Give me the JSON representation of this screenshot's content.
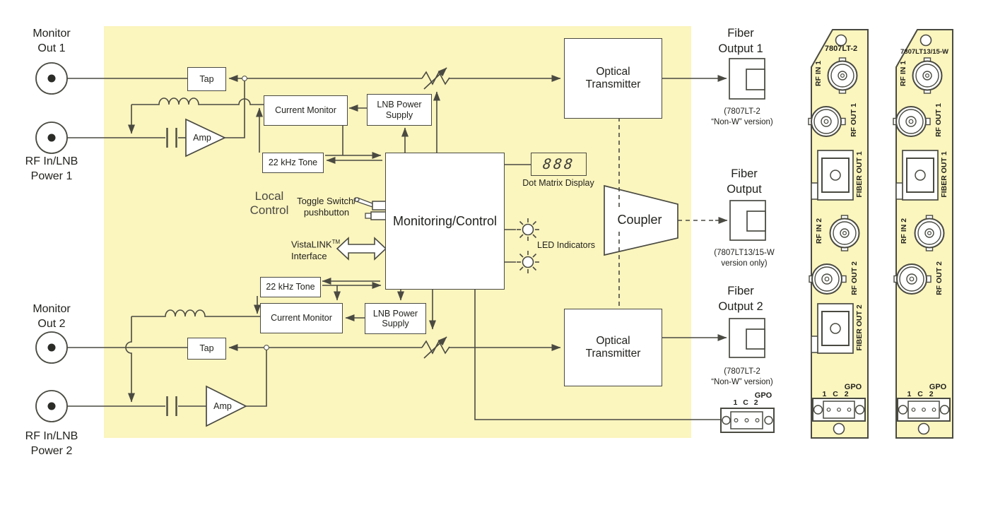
{
  "colors": {
    "panel_yellow": "#FBF5BE",
    "line": "#4a4a42",
    "box_fill": "#ffffff",
    "text": "#22221e"
  },
  "left_ports": [
    {
      "line1": "Monitor",
      "line2": "Out 1"
    },
    {
      "line1": "RF In/LNB",
      "line2": "Power 1"
    },
    {
      "line1": "Monitor",
      "line2": "Out 2"
    },
    {
      "line1": "RF In/LNB",
      "line2": "Power 2"
    }
  ],
  "channels": [
    {
      "tap": "Tap",
      "amp": "Amp",
      "current_monitor": "Current Monitor",
      "lnb_line1": "LNB Power",
      "lnb_line2": "Supply",
      "tone": "22 kHz Tone",
      "ot_line1": "Optical",
      "ot_line2": "Transmitter"
    },
    {
      "tap": "Tap",
      "amp": "Amp",
      "current_monitor": "Current Monitor",
      "lnb_line1": "LNB Power",
      "lnb_line2": "Supply",
      "tone": "22 kHz Tone",
      "ot_line1": "Optical",
      "ot_line2": "Transmitter"
    }
  ],
  "control": {
    "monitoring": "Monitoring/Control",
    "local_line1": "Local",
    "local_line2": "Control",
    "toggle_line1": "Toggle Switch/",
    "toggle_line2": "pushbutton",
    "vistalink": "VistaLINK",
    "vistalink_sup": "TM",
    "vistalink_line2": "Interface",
    "dot_matrix_label": "Dot Matrix Display",
    "dot_matrix_digits": "888",
    "led_label": "LED Indicators",
    "coupler": "Coupler"
  },
  "fiber_outputs": [
    {
      "t1": "Fiber",
      "t2": "Output 1",
      "c1": "(7807LT-2",
      "c2": "“Non-W” version)"
    },
    {
      "t1": "Fiber",
      "t2": "Output",
      "c1": "(7807LT13/15-W",
      "c2": "version only)"
    },
    {
      "t1": "Fiber",
      "t2": "Output 2",
      "c1": "(7807LT-2",
      "c2": "“Non-W” version)"
    }
  ],
  "gpo": {
    "label": "GPO",
    "pins": "1 C 2"
  },
  "panels": [
    {
      "model": "7807LT-2",
      "rf_in_1": "RF IN 1",
      "rf_out_1": "RF OUT 1",
      "fiber_out_1": "FIBER OUT 1",
      "rf_in_2": "RF IN 2",
      "rf_out_2": "RF OUT 2",
      "fiber_out_2": "FIBER OUT 2",
      "gpo": "GPO",
      "gpo_pins": "1 C 2"
    },
    {
      "model": "7807LT13/15-W",
      "rf_in_1": "RF IN 1",
      "rf_out_1": "RF OUT 1",
      "fiber_out_1": "FIBER OUT 1",
      "rf_in_2": "RF IN 2",
      "rf_out_2": "RF OUT 2",
      "gpo": "GPO",
      "gpo_pins": "1 C 2"
    }
  ]
}
